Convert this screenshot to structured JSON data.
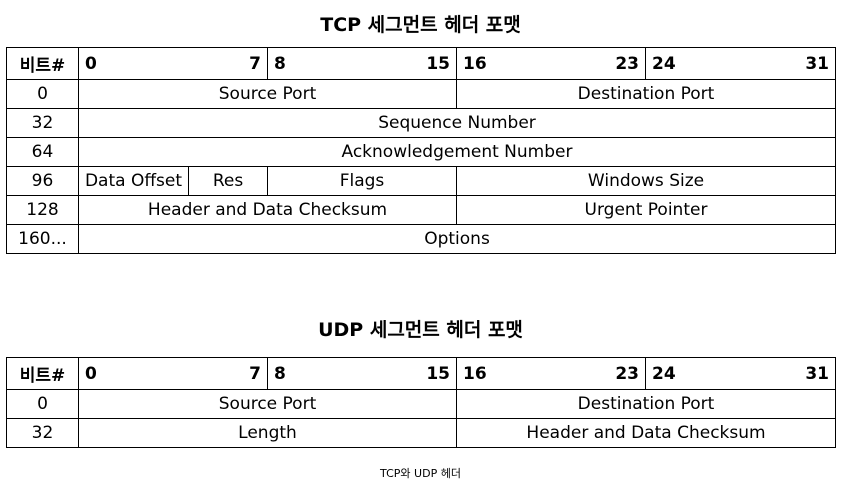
{
  "tcp": {
    "title": "TCP 세그먼트 헤더 포맷",
    "header_label": "비트#",
    "bit_groups": [
      {
        "start": "0",
        "end": "7"
      },
      {
        "start": "8",
        "end": "15"
      },
      {
        "start": "16",
        "end": "23"
      },
      {
        "start": "24",
        "end": "31"
      }
    ],
    "rows": {
      "r0": {
        "offset": "0",
        "source_port": "Source Port",
        "destination_port": "Destination Port"
      },
      "r32": {
        "offset": "32",
        "sequence_number": "Sequence Number"
      },
      "r64": {
        "offset": "64",
        "ack_number": "Acknowledgement Number"
      },
      "r96": {
        "offset": "96",
        "data_offset": "Data Offset",
        "res": "Res",
        "flags": "Flags",
        "window_size": "Windows Size"
      },
      "r128": {
        "offset": "128",
        "checksum": "Header and Data Checksum",
        "urgent_pointer": "Urgent Pointer"
      },
      "r160": {
        "offset": "160...",
        "options": "Options"
      }
    }
  },
  "udp": {
    "title": "UDP 세그먼트 헤더 포맷",
    "header_label": "비트#",
    "bit_groups": [
      {
        "start": "0",
        "end": "7"
      },
      {
        "start": "8",
        "end": "15"
      },
      {
        "start": "16",
        "end": "23"
      },
      {
        "start": "24",
        "end": "31"
      }
    ],
    "rows": {
      "r0": {
        "offset": "0",
        "source_port": "Source Port",
        "destination_port": "Destination Port"
      },
      "r32": {
        "offset": "32",
        "length": "Length",
        "checksum": "Header and Data Checksum"
      }
    }
  },
  "caption": "TCP와 UDP 헤더"
}
